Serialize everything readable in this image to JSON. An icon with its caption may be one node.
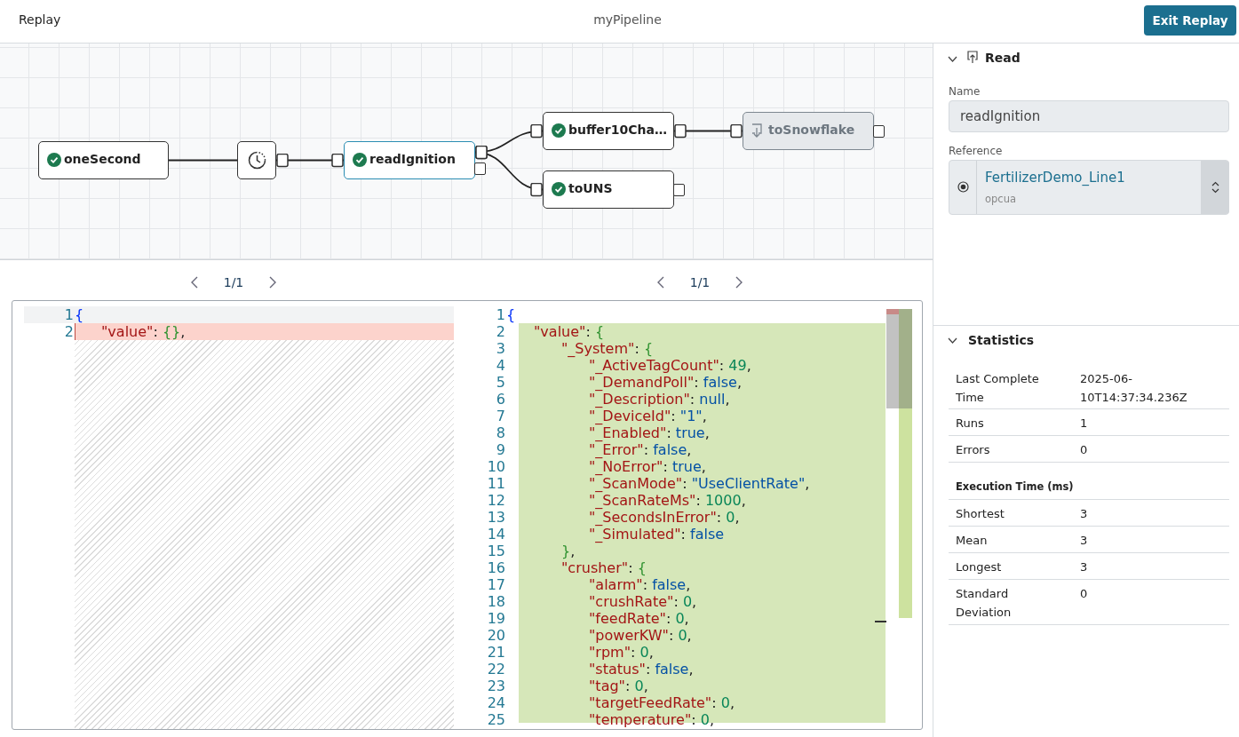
{
  "diagram": {
    "title": "myPipeline",
    "nodes": [
      {
        "text": [
          "oneSecond"
        ]
      },
      {
        "text": [],
        "shape": "box"
      },
      {
        "text": [
          "readIgnition"
        ]
      },
      {
        "text": [
          "buffer10Cha…"
        ]
      },
      {
        "text": [
          "toSnowflake"
        ]
      },
      {
        "text": [
          "toUNS"
        ]
      }
    ],
    "edges": [
      {
        "from": 0,
        "to": 1,
        "arrow": "none"
      },
      {
        "from": 1,
        "to": 2,
        "arrow": "other"
      },
      {
        "from": 2,
        "to": 3,
        "arrow": "other"
      },
      {
        "from": 2,
        "to": 5,
        "arrow": "other"
      },
      {
        "from": 3,
        "to": 4,
        "arrow": "other"
      }
    ],
    "labels": [
      "Replay",
      "Exit Replay",
      "Read",
      "Name",
      "readIgnition",
      "Reference",
      "FertilizerDemo_Line1",
      "opcua",
      "1/1",
      "1/1",
      "1",
      "{",
      "2",
      "\"value\": {},",
      "1",
      "{",
      "2",
      "\"value\": {",
      "3",
      "\"_System\": {",
      "4",
      "\"_ActiveTagCount\": 49,",
      "5",
      "\"_DemandPoll\": false,",
      "6",
      "\"_Description\": null,",
      "7",
      "\"_DeviceId\": \"1\",",
      "8",
      "\"_Enabled\": true,",
      "9",
      "\"_Error\": false,",
      "10",
      "\"_NoError\": true,",
      "11",
      "\"_ScanMode\": \"UseClientRate\",",
      "12",
      "\"_ScanRateMs\": 1000,",
      "13",
      "\"_SecondsInError\": 0,",
      "14",
      "\"_Simulated\": false",
      "15",
      "},",
      "16",
      "\"crusher\": {",
      "17",
      "\"alarm\": false,",
      "18",
      "\"crushRate\": 0,",
      "19",
      "\"feedRate\": 0,",
      "20",
      "\"powerKW\": 0,",
      "21",
      "\"rpm\": 0,",
      "22",
      "\"status\": false,",
      "23",
      "\"tag\": 0,",
      "24",
      "\"targetFeedRate\": 0,",
      "25",
      "\"temperature\": 0,",
      "Statistics",
      "Last Complete Time",
      "2025-06-10T14:37:34.236Z",
      "Runs",
      "1",
      "Errors",
      "0",
      "Execution Time (ms)",
      "Shortest",
      "3",
      "Mean",
      "3",
      "Longest",
      "3",
      "Standard Deviation",
      "0"
    ]
  }
}
